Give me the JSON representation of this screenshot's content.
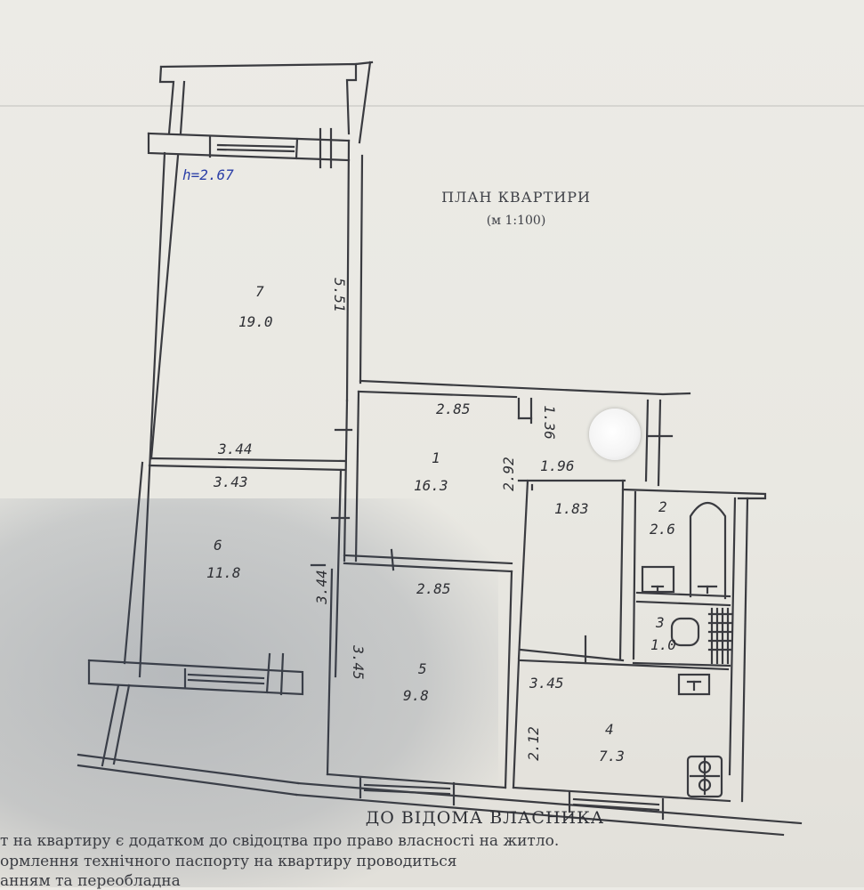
{
  "plan": {
    "title": "ПЛАН КВАРТИРИ",
    "scale": "(м 1:100)",
    "ceiling_height_note": "h=2.67"
  },
  "rooms": [
    {
      "number": "7",
      "area": "19.0"
    },
    {
      "number": "1",
      "area": "16.3"
    },
    {
      "number": "6",
      "area": "11.8"
    },
    {
      "number": "5",
      "area": "9.8"
    },
    {
      "number": "4",
      "area": "7.3"
    },
    {
      "number": "2",
      "area": "2.6"
    },
    {
      "number": "3",
      "area": "1.0"
    }
  ],
  "dimensions": {
    "r7_depth": "5.51",
    "r7_width": "3.44",
    "r6_width": "3.43",
    "r6_depth": "3.44",
    "r1_width": "2.85",
    "r1_depth": "2.92",
    "r1_niche": "1.36",
    "hall_width": "1.96",
    "hall_depth": "1.83",
    "r5_width": "2.85",
    "r5_depth": "3.45",
    "r4_width": "3.45",
    "r4_depth": "2.12"
  },
  "footer": {
    "title": "ДО ВІДОМА ВЛАСНИКА",
    "line1": "т на квартиру є додатком до свідоцтва про право власності на житло.",
    "line2": "ормлення технічного паспорту на квартиру проводиться",
    "line3": "анням та переобладна"
  },
  "colors": {
    "paper": "#ebeae5",
    "ink": "#3a3b40",
    "handwriting_blue": "#2b3fa7"
  }
}
